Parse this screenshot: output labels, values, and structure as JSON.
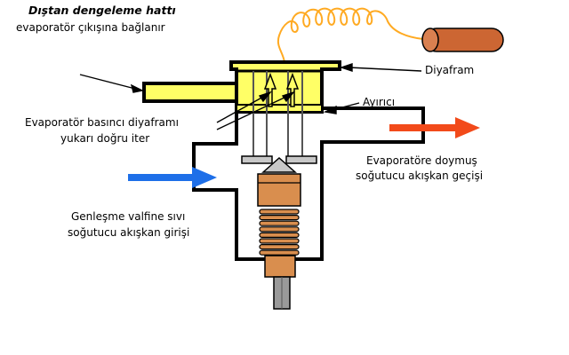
{
  "labels": {
    "title": "Dıştan dengeleme hattı",
    "subtitle": "evaporatör çıkışına bağlanır",
    "diaphragm": "Diyafram",
    "separator": "Ayırıcı",
    "pressure_1": "Evaporatör basıncı diyaframı",
    "pressure_2": "yukarı doğru iter",
    "outlet_1": "Evaporatöre doymuş",
    "outlet_2": "soğutucu akışkan geçişi",
    "inlet_1": "Genleşme valfine sıvı",
    "inlet_2": "soğutucu akışkan girişi"
  },
  "colors": {
    "diaphragm_fill": "#FFFF66",
    "bulb_fill": "#CC6633",
    "capillary": "#FFAA22",
    "inlet_arrow": "#1E6FE8",
    "outlet_arrow": "#F24A1A",
    "valve_body_stroke": "#000000",
    "needle_grey": "#C8C8C8",
    "spring_fill": "#D98E4E"
  },
  "icons": {
    "inlet": "arrow-right-icon",
    "outlet": "arrow-right-icon"
  }
}
